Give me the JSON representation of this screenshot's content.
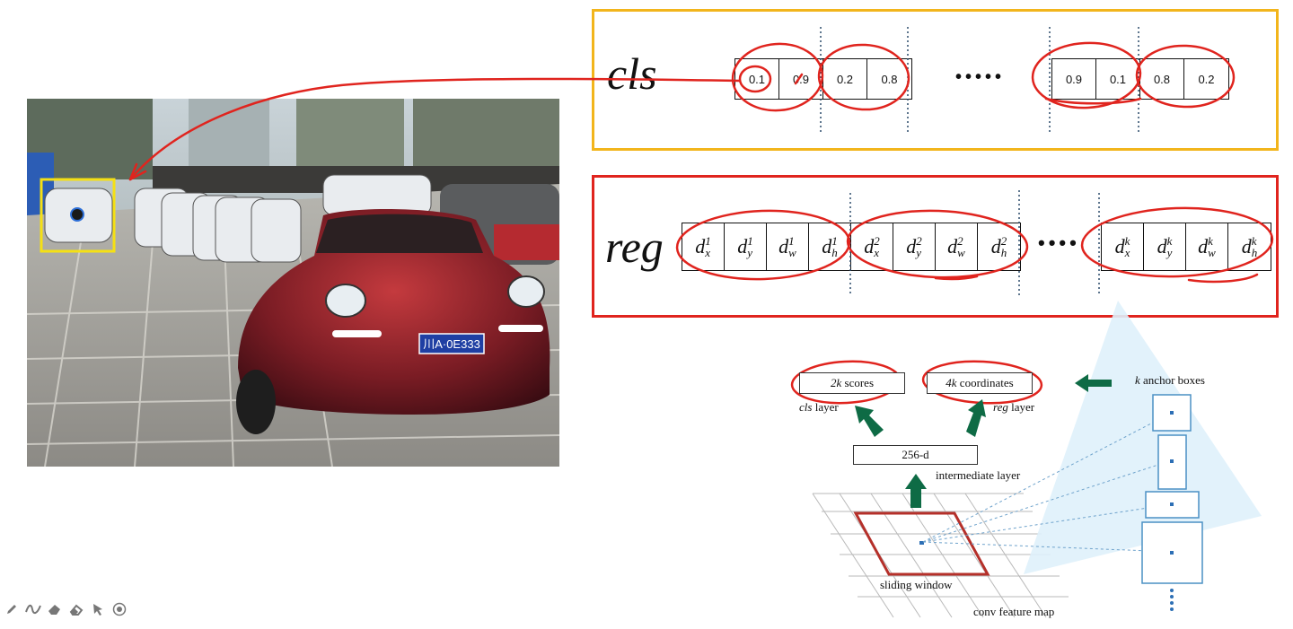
{
  "cls_panel": {
    "label": "cls",
    "groups": [
      [
        "0.1",
        "0.9"
      ],
      [
        "0.2",
        "0.8"
      ],
      [
        "0.9",
        "0.1"
      ],
      [
        "0.8",
        "0.2"
      ]
    ],
    "ellipsis": "•••••",
    "border_color": "#f2b51c"
  },
  "reg_panel": {
    "label": "reg",
    "cells": [
      {
        "base": "d",
        "sup": "1",
        "sub": "x"
      },
      {
        "base": "d",
        "sup": "1",
        "sub": "y"
      },
      {
        "base": "d",
        "sup": "1",
        "sub": "w"
      },
      {
        "base": "d",
        "sup": "1",
        "sub": "h"
      },
      {
        "base": "d",
        "sup": "2",
        "sub": "x"
      },
      {
        "base": "d",
        "sup": "2",
        "sub": "y"
      },
      {
        "base": "d",
        "sup": "2",
        "sub": "w"
      },
      {
        "base": "d",
        "sup": "2",
        "sub": "h"
      },
      {
        "base": "d",
        "sup": "k",
        "sub": "x"
      },
      {
        "base": "d",
        "sup": "k",
        "sub": "y"
      },
      {
        "base": "d",
        "sup": "k",
        "sub": "w"
      },
      {
        "base": "d",
        "sup": "k",
        "sub": "h"
      }
    ],
    "ellipsis": "••••",
    "border_color": "#e0241e"
  },
  "rpn": {
    "scores_k": "2k",
    "scores_rest": "scores",
    "coords_k": "4k",
    "coords_rest": "coordinates",
    "cls_layer_italic": "cls",
    "cls_layer_rest": "layer",
    "reg_layer_italic": "reg",
    "reg_layer_rest": "layer",
    "intermediate_value": "256-d",
    "intermediate_label": "intermediate layer",
    "anchor_k": "k",
    "anchor_rest": "anchor boxes",
    "sliding_window": "sliding window",
    "feature_map": "conv feature map"
  },
  "photo": {
    "plate": "川A·0E333"
  },
  "toolbar": {
    "pen": "pen-icon",
    "curve": "curve-icon",
    "highlighter": "highlighter-icon",
    "eraser": "eraser-icon",
    "pointer": "pointer-icon",
    "target": "target-icon"
  },
  "colors": {
    "annotation_red": "#e0241e",
    "yellow_box": "#f5e014",
    "arrow_green": "#0e6b45",
    "window_red": "#b5302a",
    "anchor_blue": "#4a90c4"
  }
}
